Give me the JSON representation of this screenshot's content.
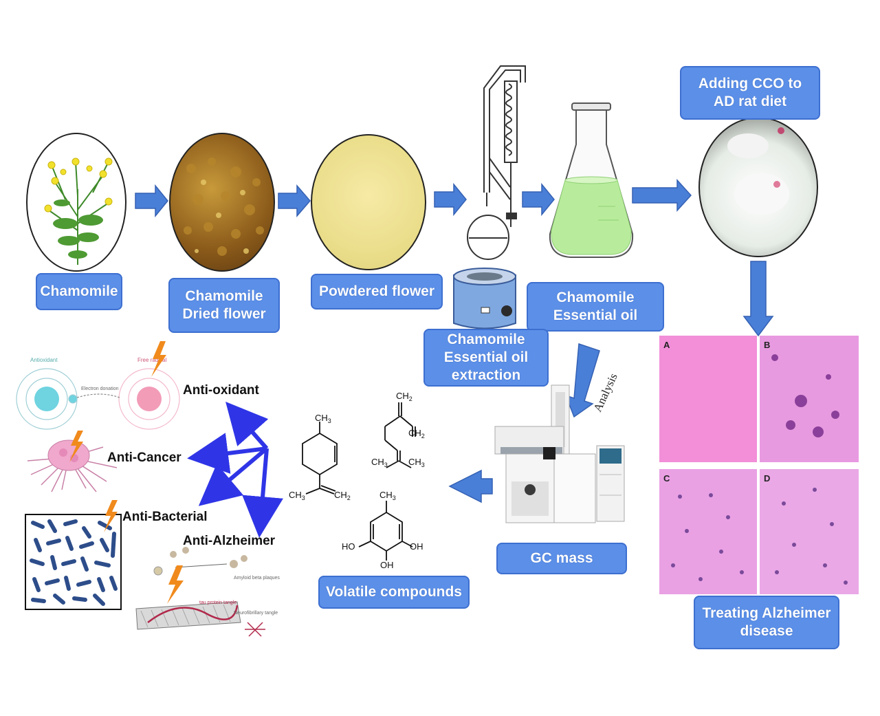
{
  "labels": {
    "chamomile": "Chamomile",
    "dried_flower": "Chamomile\nDried flower",
    "powdered_flower": "Powdered flower",
    "essential_oil": "Chamomile\nEssential oil",
    "extraction": "Chamomile\nEssential oil\nextraction",
    "adding_cco": "Adding CCO to\nAD rat diet",
    "gc_mass": "GC mass",
    "volatile_compounds": "Volatile compounds",
    "treating": "Treating Alzheimer\ndisease",
    "analysis": "Analysis"
  },
  "activities": {
    "anti_oxidant": "Anti-oxidant",
    "anti_cancer": "Anti-Cancer",
    "anti_bacterial": "Anti-Bacterial",
    "anti_alzheimer": "Anti-Alzheimer"
  },
  "histology_panels": [
    "A",
    "B",
    "C",
    "D"
  ],
  "chem": {
    "ch3": "CH",
    "ch2": "CH",
    "ho": "HO",
    "oh": "OH",
    "sub3": "3",
    "sub2": "2"
  },
  "small_text": {
    "antioxidant": "Antioxidant",
    "free_radical": "Free radical",
    "electron_donation": "Electron donation",
    "tau_tangle": "tau protein tangle",
    "amyloid": "Amyloid beta plaques",
    "neurofibrillary": "Neurofibrillary tangle"
  },
  "colors": {
    "label_fill": "#5b8fe8",
    "flow_arrow": "#4a7fd8",
    "activity_arrow": "#2f35e6",
    "lightning": "#f08a1c",
    "histology": "#e38fd8"
  }
}
